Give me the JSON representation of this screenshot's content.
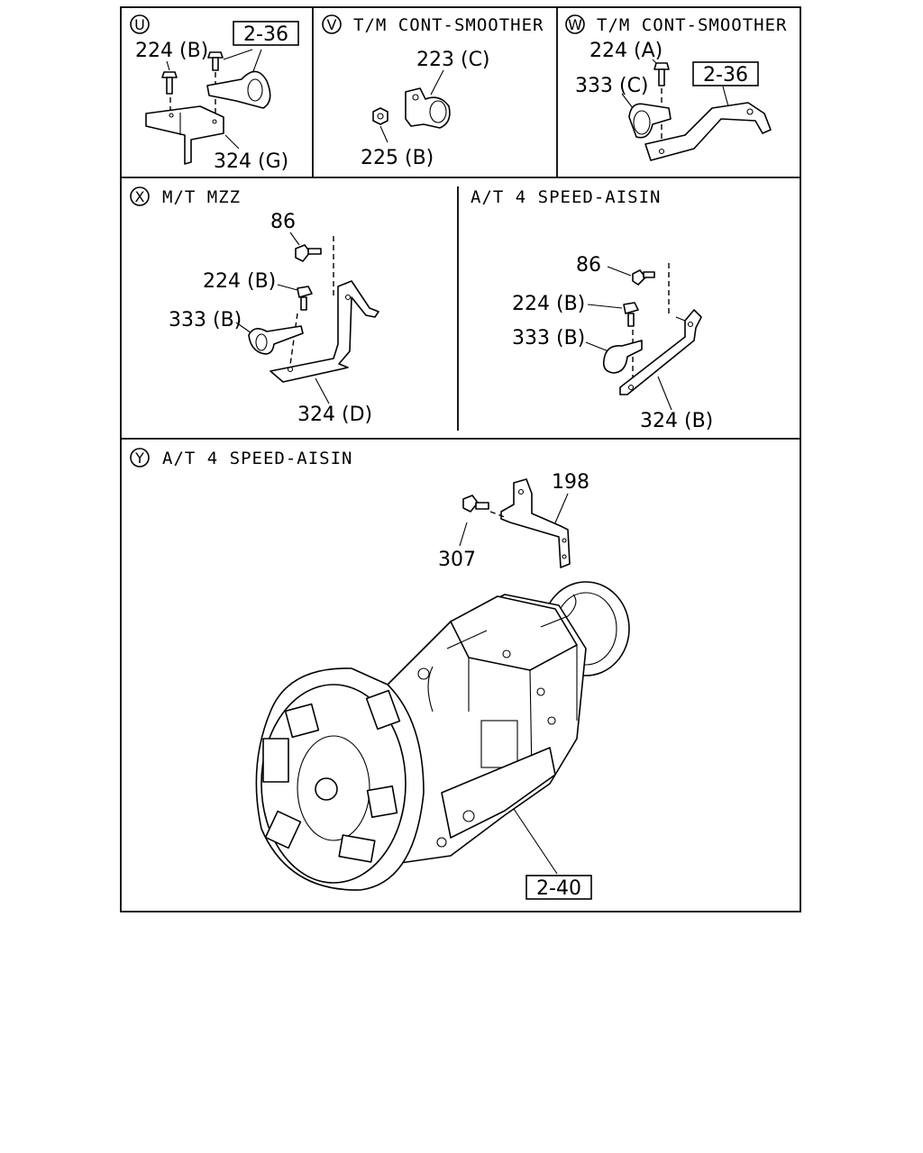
{
  "panels": {
    "u": {
      "letter": "U",
      "title": "",
      "labels": {
        "bolt": "224 (B)",
        "ref": "2-36",
        "bracket": "324 (G)"
      }
    },
    "v": {
      "letter": "V",
      "title": "T/M CONT-SMOOTHER",
      "labels": {
        "clamp": "223 (C)",
        "nut": "225 (B)"
      }
    },
    "w": {
      "letter": "W",
      "title": "T/M CONT-SMOOTHER",
      "labels": {
        "bolt": "224 (A)",
        "clamp": "333 (C)",
        "ref": "2-36"
      }
    },
    "x": {
      "letter": "X",
      "title": "M/T MZZ",
      "labels": {
        "bolt86": "86",
        "bolt": "224 (B)",
        "clamp": "333 (B)",
        "bracket": "324 (D)"
      }
    },
    "x2": {
      "title": "A/T 4 SPEED-AISIN",
      "labels": {
        "bolt86": "86",
        "bolt": "224 (B)",
        "clamp": "333 (B)",
        "bracket": "324 (B)"
      }
    },
    "y": {
      "letter": "Y",
      "title": "A/T 4 SPEED-AISIN",
      "labels": {
        "bracket": "198",
        "bolt": "307",
        "ref": "2-40"
      }
    }
  }
}
